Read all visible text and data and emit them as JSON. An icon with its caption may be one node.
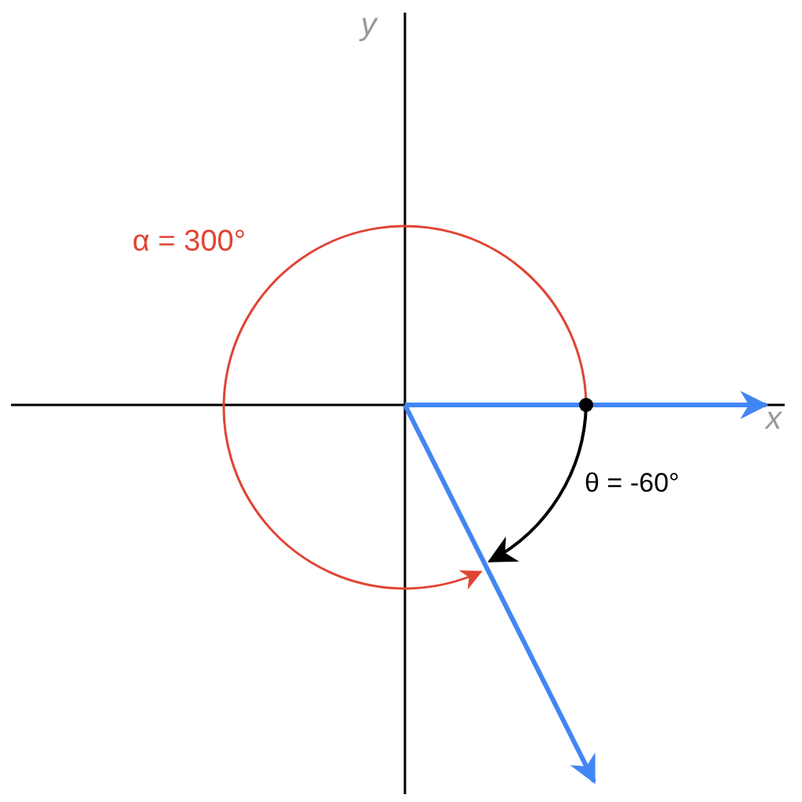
{
  "diagram": {
    "labels": [
      "y",
      "α = 300°",
      "x",
      "θ = -60°"
    ]
  }
}
